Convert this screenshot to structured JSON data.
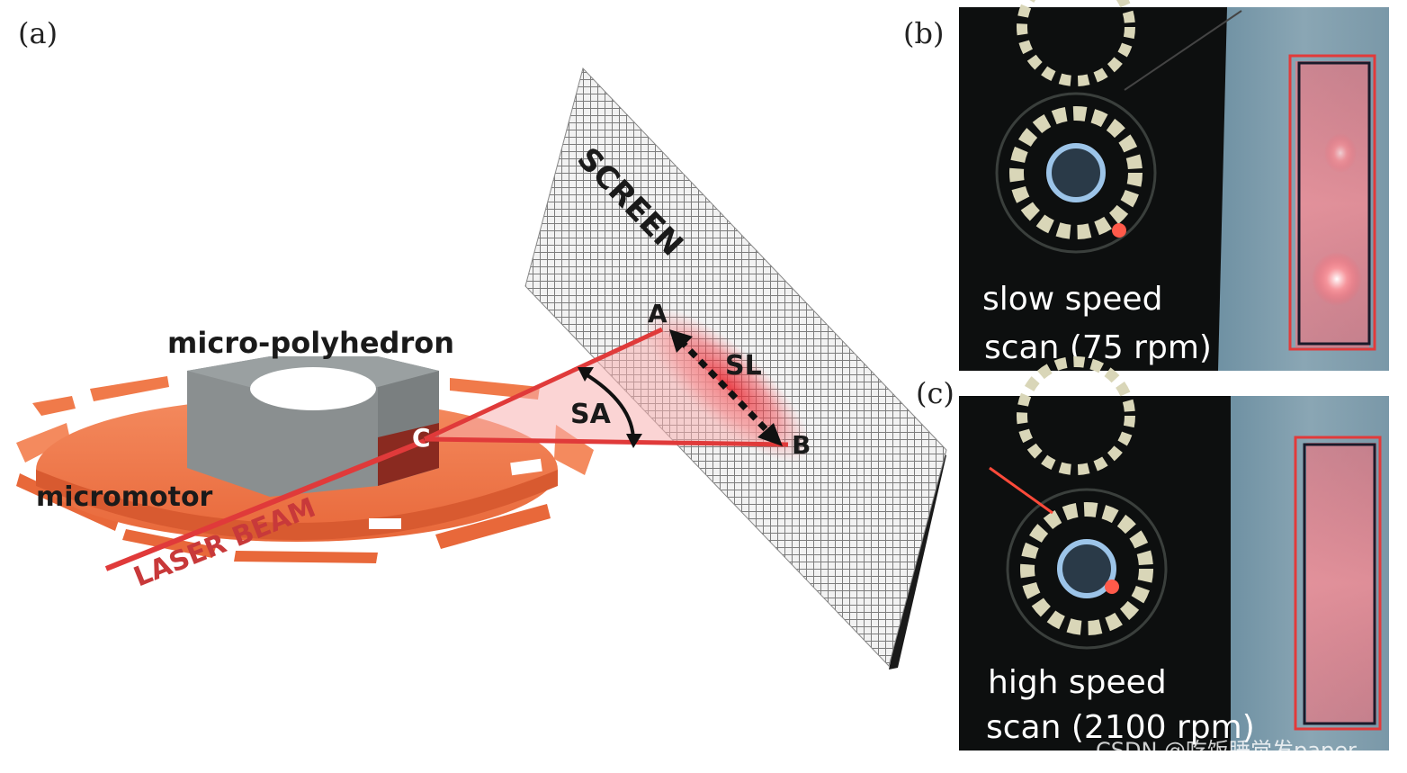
{
  "panels": {
    "a": "(a)",
    "b": "(b)",
    "c": "(c)"
  },
  "diagram": {
    "screen": "SCREEN",
    "micro_polyhedron": "micro-polyhedron",
    "micromotor": "micromotor",
    "laser_beam": "LASER BEAM",
    "point_a": "A",
    "point_b": "B",
    "point_c": "C",
    "scan_length": "SL",
    "scan_angle": "SA"
  },
  "photos": {
    "b": {
      "line1": "slow speed",
      "line2": "scan (75 rpm)"
    },
    "c": {
      "line1": "high speed",
      "line2": "scan (2100 rpm)"
    }
  },
  "watermark": "CSDN @吃饭睡觉发paper",
  "colors": {
    "motor_orange": "#f07a4a",
    "motor_dark": "#c8502a",
    "polyhedron_gray": "#8a8f90",
    "polyhedron_top": "#9aa0a1",
    "laser_red": "#e03a3a",
    "screen_gray": "#d9d9d9",
    "photo_bg": "#0d0f0f",
    "substrate_blue": "#6d8ea0",
    "box_red": "#e23a3a",
    "box_dark": "#1a1a2a"
  }
}
